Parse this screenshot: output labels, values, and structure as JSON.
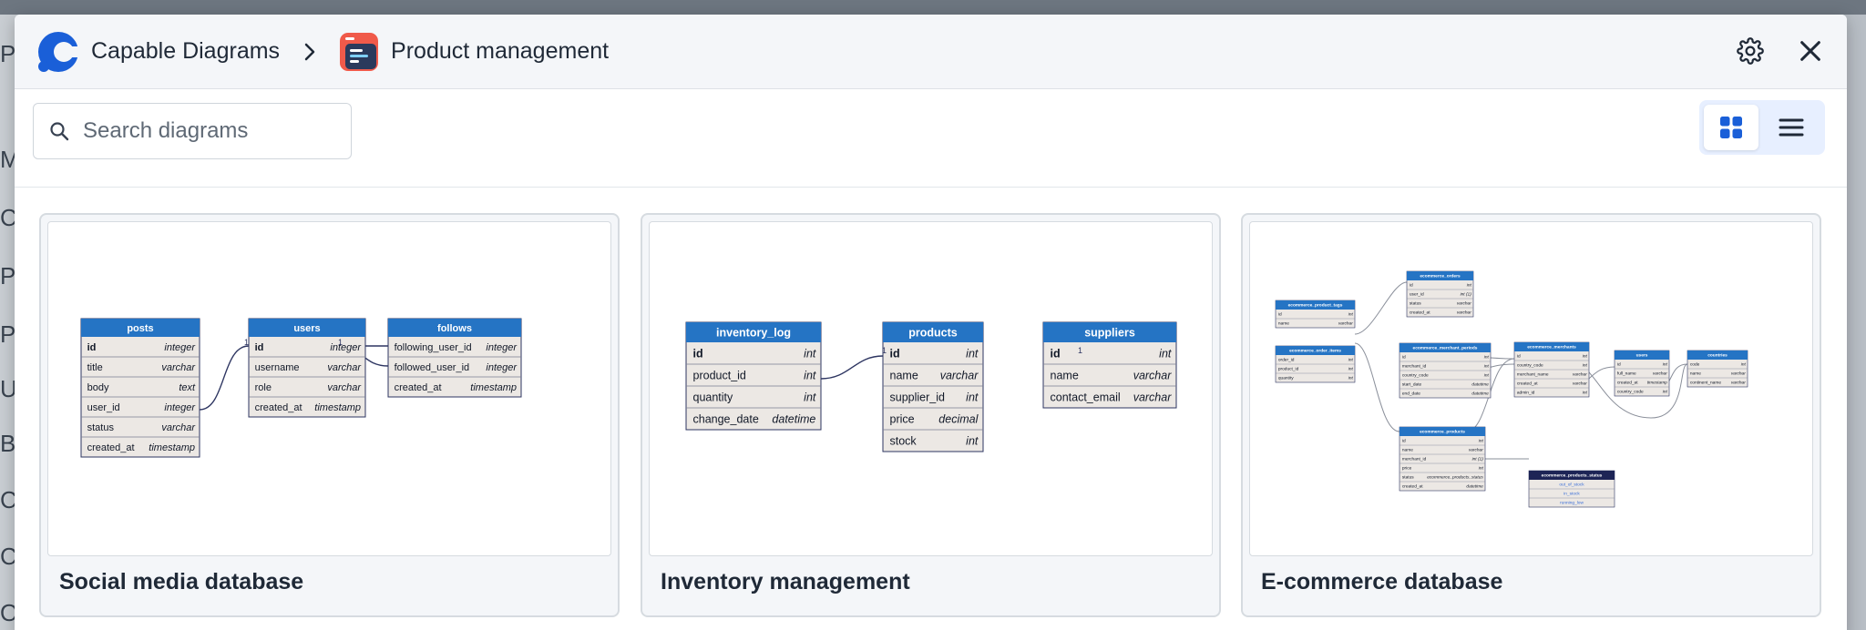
{
  "background": {
    "letters": [
      "Pr",
      "M",
      "C",
      "Pr",
      "Pr",
      "U",
      "By",
      "Ca",
      "Ca",
      "O"
    ]
  },
  "header": {
    "app_name": "Capable Diagrams",
    "project_name": "Product management",
    "icons": {
      "logo": "capable-logo-icon",
      "project": "project-icon",
      "chevron": "chevron-right-icon",
      "settings": "gear-icon",
      "close": "close-icon"
    }
  },
  "toolbar": {
    "search_placeholder": "Search diagrams",
    "views": [
      {
        "name": "grid-view",
        "active": true
      },
      {
        "name": "list-view",
        "active": false
      }
    ]
  },
  "colors": {
    "brand": "#1a5fd8",
    "table_header": "#2574c4",
    "enum_header": "#1d2456",
    "accent_bg": "#e7efff"
  },
  "diagrams": [
    {
      "title": "Social media database",
      "tables": [
        {
          "name": "posts",
          "columns": [
            {
              "n": "id",
              "t": "integer",
              "pk": true
            },
            {
              "n": "title",
              "t": "varchar"
            },
            {
              "n": "body",
              "t": "text"
            },
            {
              "n": "user_id",
              "t": "integer"
            },
            {
              "n": "status",
              "t": "varchar"
            },
            {
              "n": "created_at",
              "t": "timestamp"
            }
          ]
        },
        {
          "name": "users",
          "columns": [
            {
              "n": "id",
              "t": "integer",
              "pk": true
            },
            {
              "n": "username",
              "t": "varchar"
            },
            {
              "n": "role",
              "t": "varchar"
            },
            {
              "n": "created_at",
              "t": "timestamp"
            }
          ]
        },
        {
          "name": "follows",
          "columns": [
            {
              "n": "following_user_id",
              "t": "integer"
            },
            {
              "n": "followed_user_id",
              "t": "integer"
            },
            {
              "n": "created_at",
              "t": "timestamp"
            }
          ]
        }
      ]
    },
    {
      "title": "Inventory management",
      "tables": [
        {
          "name": "inventory_log",
          "columns": [
            {
              "n": "id",
              "t": "int",
              "pk": true
            },
            {
              "n": "product_id",
              "t": "int"
            },
            {
              "n": "quantity",
              "t": "int"
            },
            {
              "n": "change_date",
              "t": "datetime"
            }
          ]
        },
        {
          "name": "products",
          "columns": [
            {
              "n": "id",
              "t": "int",
              "pk": true
            },
            {
              "n": "name",
              "t": "varchar"
            },
            {
              "n": "supplier_id",
              "t": "int"
            },
            {
              "n": "price",
              "t": "decimal"
            },
            {
              "n": "stock",
              "t": "int"
            }
          ]
        },
        {
          "name": "suppliers",
          "columns": [
            {
              "n": "id",
              "t": "int",
              "pk": true
            },
            {
              "n": "name",
              "t": "varchar"
            },
            {
              "n": "contact_email",
              "t": "varchar"
            }
          ]
        }
      ]
    },
    {
      "title": "E-commerce database",
      "tables": [
        {
          "name": "ecommerce_product_tags",
          "columns": [
            {
              "n": "id",
              "t": "int"
            },
            {
              "n": "name",
              "t": "varchar"
            }
          ]
        },
        {
          "name": "ecommerce_orders",
          "columns": [
            {
              "n": "id",
              "t": "int"
            },
            {
              "n": "user_id",
              "t": "int (1)"
            },
            {
              "n": "status",
              "t": "varchar"
            },
            {
              "n": "created_at",
              "t": "varchar"
            }
          ]
        },
        {
          "name": "ecommerce_order_items",
          "columns": [
            {
              "n": "order_id",
              "t": "int"
            },
            {
              "n": "product_id",
              "t": "int"
            },
            {
              "n": "quantity",
              "t": "int"
            }
          ]
        },
        {
          "name": "ecommerce_merchant_periods",
          "columns": [
            {
              "n": "id",
              "t": "int"
            },
            {
              "n": "merchant_id",
              "t": "int"
            },
            {
              "n": "country_code",
              "t": "int"
            },
            {
              "n": "start_date",
              "t": "datetime"
            },
            {
              "n": "end_date",
              "t": "datetime"
            }
          ]
        },
        {
          "name": "ecommerce_merchants",
          "columns": [
            {
              "n": "id",
              "t": "int"
            },
            {
              "n": "country_code",
              "t": "int"
            },
            {
              "n": "merchant_name",
              "t": "varchar"
            },
            {
              "n": "created_at",
              "t": "varchar"
            },
            {
              "n": "admin_id",
              "t": "int"
            }
          ]
        },
        {
          "name": "users",
          "columns": [
            {
              "n": "id",
              "t": "int"
            },
            {
              "n": "full_name",
              "t": "varchar"
            },
            {
              "n": "created_at",
              "t": "timestamp"
            },
            {
              "n": "country_code",
              "t": "int"
            }
          ]
        },
        {
          "name": "countries",
          "columns": [
            {
              "n": "code",
              "t": "int"
            },
            {
              "n": "name",
              "t": "varchar"
            },
            {
              "n": "continent_name",
              "t": "varchar"
            }
          ]
        },
        {
          "name": "ecommerce_products",
          "columns": [
            {
              "n": "id",
              "t": "int"
            },
            {
              "n": "name",
              "t": "varchar"
            },
            {
              "n": "merchant_id",
              "t": "int (1)"
            },
            {
              "n": "price",
              "t": "int"
            },
            {
              "n": "status",
              "t": "ecommerce_products_status"
            },
            {
              "n": "created_at",
              "t": "datetime"
            }
          ]
        },
        {
          "name": "ecommerce_products_status",
          "enum": true,
          "columns": [
            {
              "n": "out_of_stock",
              "t": ""
            },
            {
              "n": "in_stock",
              "t": ""
            },
            {
              "n": "running_low",
              "t": ""
            }
          ]
        }
      ]
    }
  ]
}
